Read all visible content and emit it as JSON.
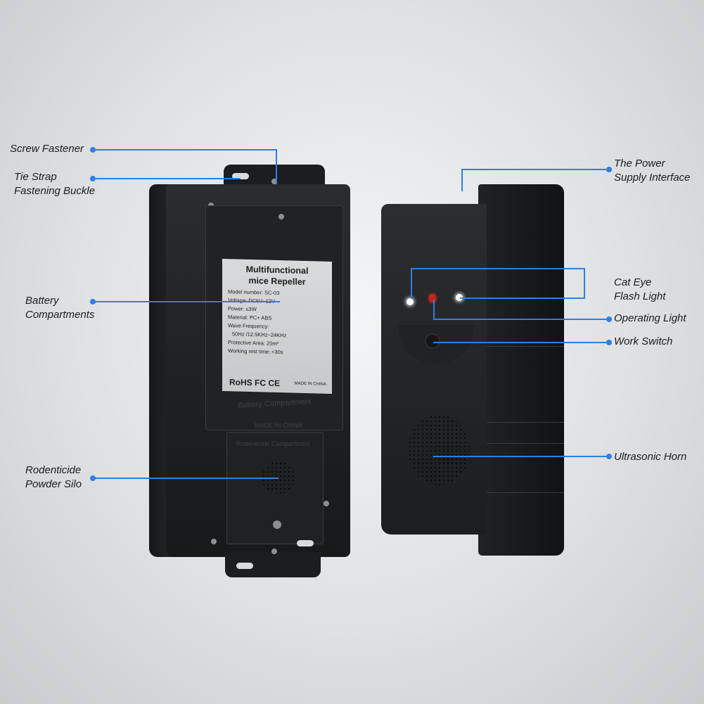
{
  "labels": {
    "screw_fastener": "Screw Fastener",
    "tie_strap": [
      "Tie Strap",
      "Fastening Buckle"
    ],
    "battery_compartments": [
      "Battery",
      "Compartments"
    ],
    "rodenticide": [
      "Rodenticide",
      "Powder Silo"
    ],
    "power_supply": [
      "The Power",
      "Supply Interface"
    ],
    "cat_eye": [
      "Cat Eye",
      "Flash Light"
    ],
    "operating_light": "Operating Light",
    "work_switch": "Work Switch",
    "ultrasonic_horn": "Ultrasonic Horn"
  },
  "sticker": {
    "title": [
      "Multifunctional",
      "mice Repeller"
    ],
    "lines": [
      "Model number: SC-03",
      "Voltage: DC6V~12V",
      "Power: ≤3W",
      "Material: PC+ ABS",
      "Wave Frequency:",
      "50Hz /12.5KHz~24KHz",
      "Protective Area: 20m²",
      "Working rest time: ≈30s"
    ],
    "cert": "RoHS FC CE",
    "made": "MADE IN CHINA"
  },
  "emboss": {
    "battery": "Battery Compartment",
    "made": "MADE IN CHINA",
    "silo": "Rodenticide Compartment"
  },
  "colors": {
    "callout": "#2f7fe0",
    "device": "#1e2022",
    "background": "#e2e4e6"
  }
}
